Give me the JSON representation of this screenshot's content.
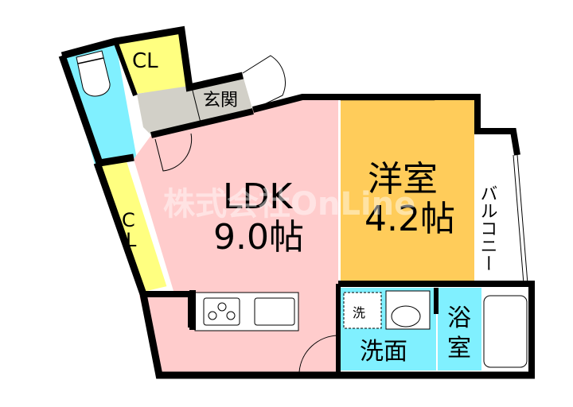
{
  "floor_plan": {
    "rooms": [
      {
        "id": "toilet",
        "label": "",
        "color": "#80f0ff"
      },
      {
        "id": "closet_top",
        "label": "CL",
        "color": "#ffff80"
      },
      {
        "id": "entrance",
        "label": "玄関",
        "color": "#d2d0c8"
      },
      {
        "id": "closet_left",
        "label_line1": "C",
        "label_line2": "L",
        "color": "#ffff80"
      },
      {
        "id": "ldk",
        "label": "LDK",
        "size": "9.0帖",
        "color": "#ffcccc"
      },
      {
        "id": "western_room",
        "label": "洋室",
        "size": "4.2帖",
        "color": "#ffcc5a"
      },
      {
        "id": "balcony",
        "label": "バルコニー",
        "color": "#ffffff"
      },
      {
        "id": "washroom",
        "label": "洗面",
        "color": "#80f0ff"
      },
      {
        "id": "washer",
        "label": "洗"
      },
      {
        "id": "bathroom",
        "label_line1": "浴",
        "label_line2": "室",
        "color": "#80f0ff"
      }
    ],
    "watermark": "株式会社OnLine",
    "wall_color": "#000000"
  }
}
